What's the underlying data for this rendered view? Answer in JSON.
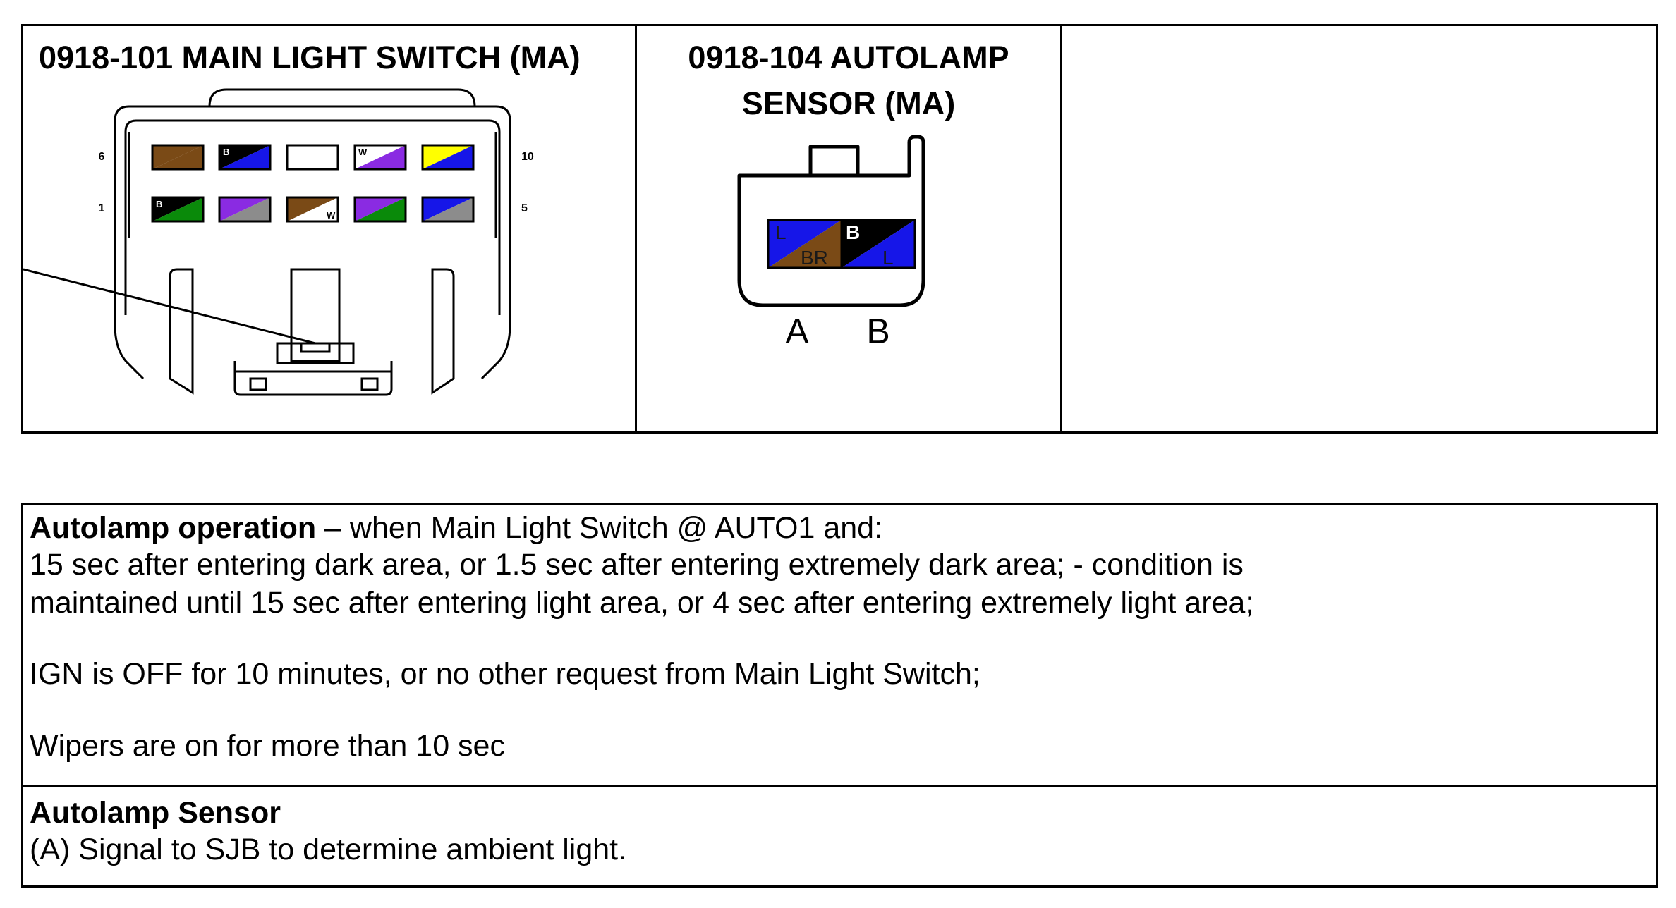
{
  "main_switch": {
    "title": "0918-101 MAIN LIGHT SWITCH (MA)",
    "pin_labels": {
      "top_left": "6",
      "bottom_left": "1",
      "top_right": "10",
      "bottom_right": "5"
    },
    "top_row_wires": [
      {
        "letter_a": "",
        "letter_b": "",
        "color_a": "#7a4a16",
        "color_b": "#7a4a16"
      },
      {
        "letter_a": "B",
        "letter_b": "",
        "color_a": "#000000",
        "color_b": "#1616e8"
      },
      {
        "letter_a": "",
        "letter_b": "",
        "color_a": "#ffffff",
        "color_b": "#ffffff"
      },
      {
        "letter_a": "W",
        "letter_b": "",
        "color_a": "#ffffff",
        "color_b": "#8a2be2"
      },
      {
        "letter_a": "",
        "letter_b": "",
        "color_a": "#ffff00",
        "color_b": "#1616e8"
      }
    ],
    "bottom_row_wires": [
      {
        "letter_a": "B",
        "letter_b": "",
        "color_a": "#000000",
        "color_b": "#0a8a0a"
      },
      {
        "letter_a": "",
        "letter_b": "",
        "color_a": "#8a2be2",
        "color_b": "#8c8c8c"
      },
      {
        "letter_a": "",
        "letter_b": "W",
        "color_a": "#7a4a16",
        "color_b": "#ffffff"
      },
      {
        "letter_a": "",
        "letter_b": "",
        "color_a": "#8a2be2",
        "color_b": "#0a8a0a"
      },
      {
        "letter_a": "",
        "letter_b": "",
        "color_a": "#1616e8",
        "color_b": "#8c8c8c"
      }
    ]
  },
  "autolamp_sensor": {
    "title_line1": "0918-104 AUTOLAMP",
    "title_line2": "SENSOR (MA)",
    "pin_a": {
      "label": "A",
      "letter_a": "L",
      "letter_b": "BR",
      "color_a": "#1616e8",
      "color_b": "#7a4a16"
    },
    "pin_b": {
      "label": "B",
      "letter_a": "B",
      "letter_b": "L",
      "color_a": "#000000",
      "color_b": "#1616e8"
    }
  },
  "operation": {
    "heading": "Autolamp operation",
    "heading_rest": " – when Main Light Switch @ AUTO1 and:",
    "line1": "15 sec after entering dark area, or 1.5 sec after entering extremely dark area; - condition is",
    "line2": "maintained until 15 sec after entering light area, or 4 sec after entering extremely light area;",
    "line3": "IGN is OFF for 10 minutes, or no other request from Main Light Switch;",
    "line4": "Wipers are on for more than 10 sec"
  },
  "sensor_note": {
    "heading": "Autolamp Sensor",
    "text": "(A) Signal to SJB to determine ambient light."
  }
}
